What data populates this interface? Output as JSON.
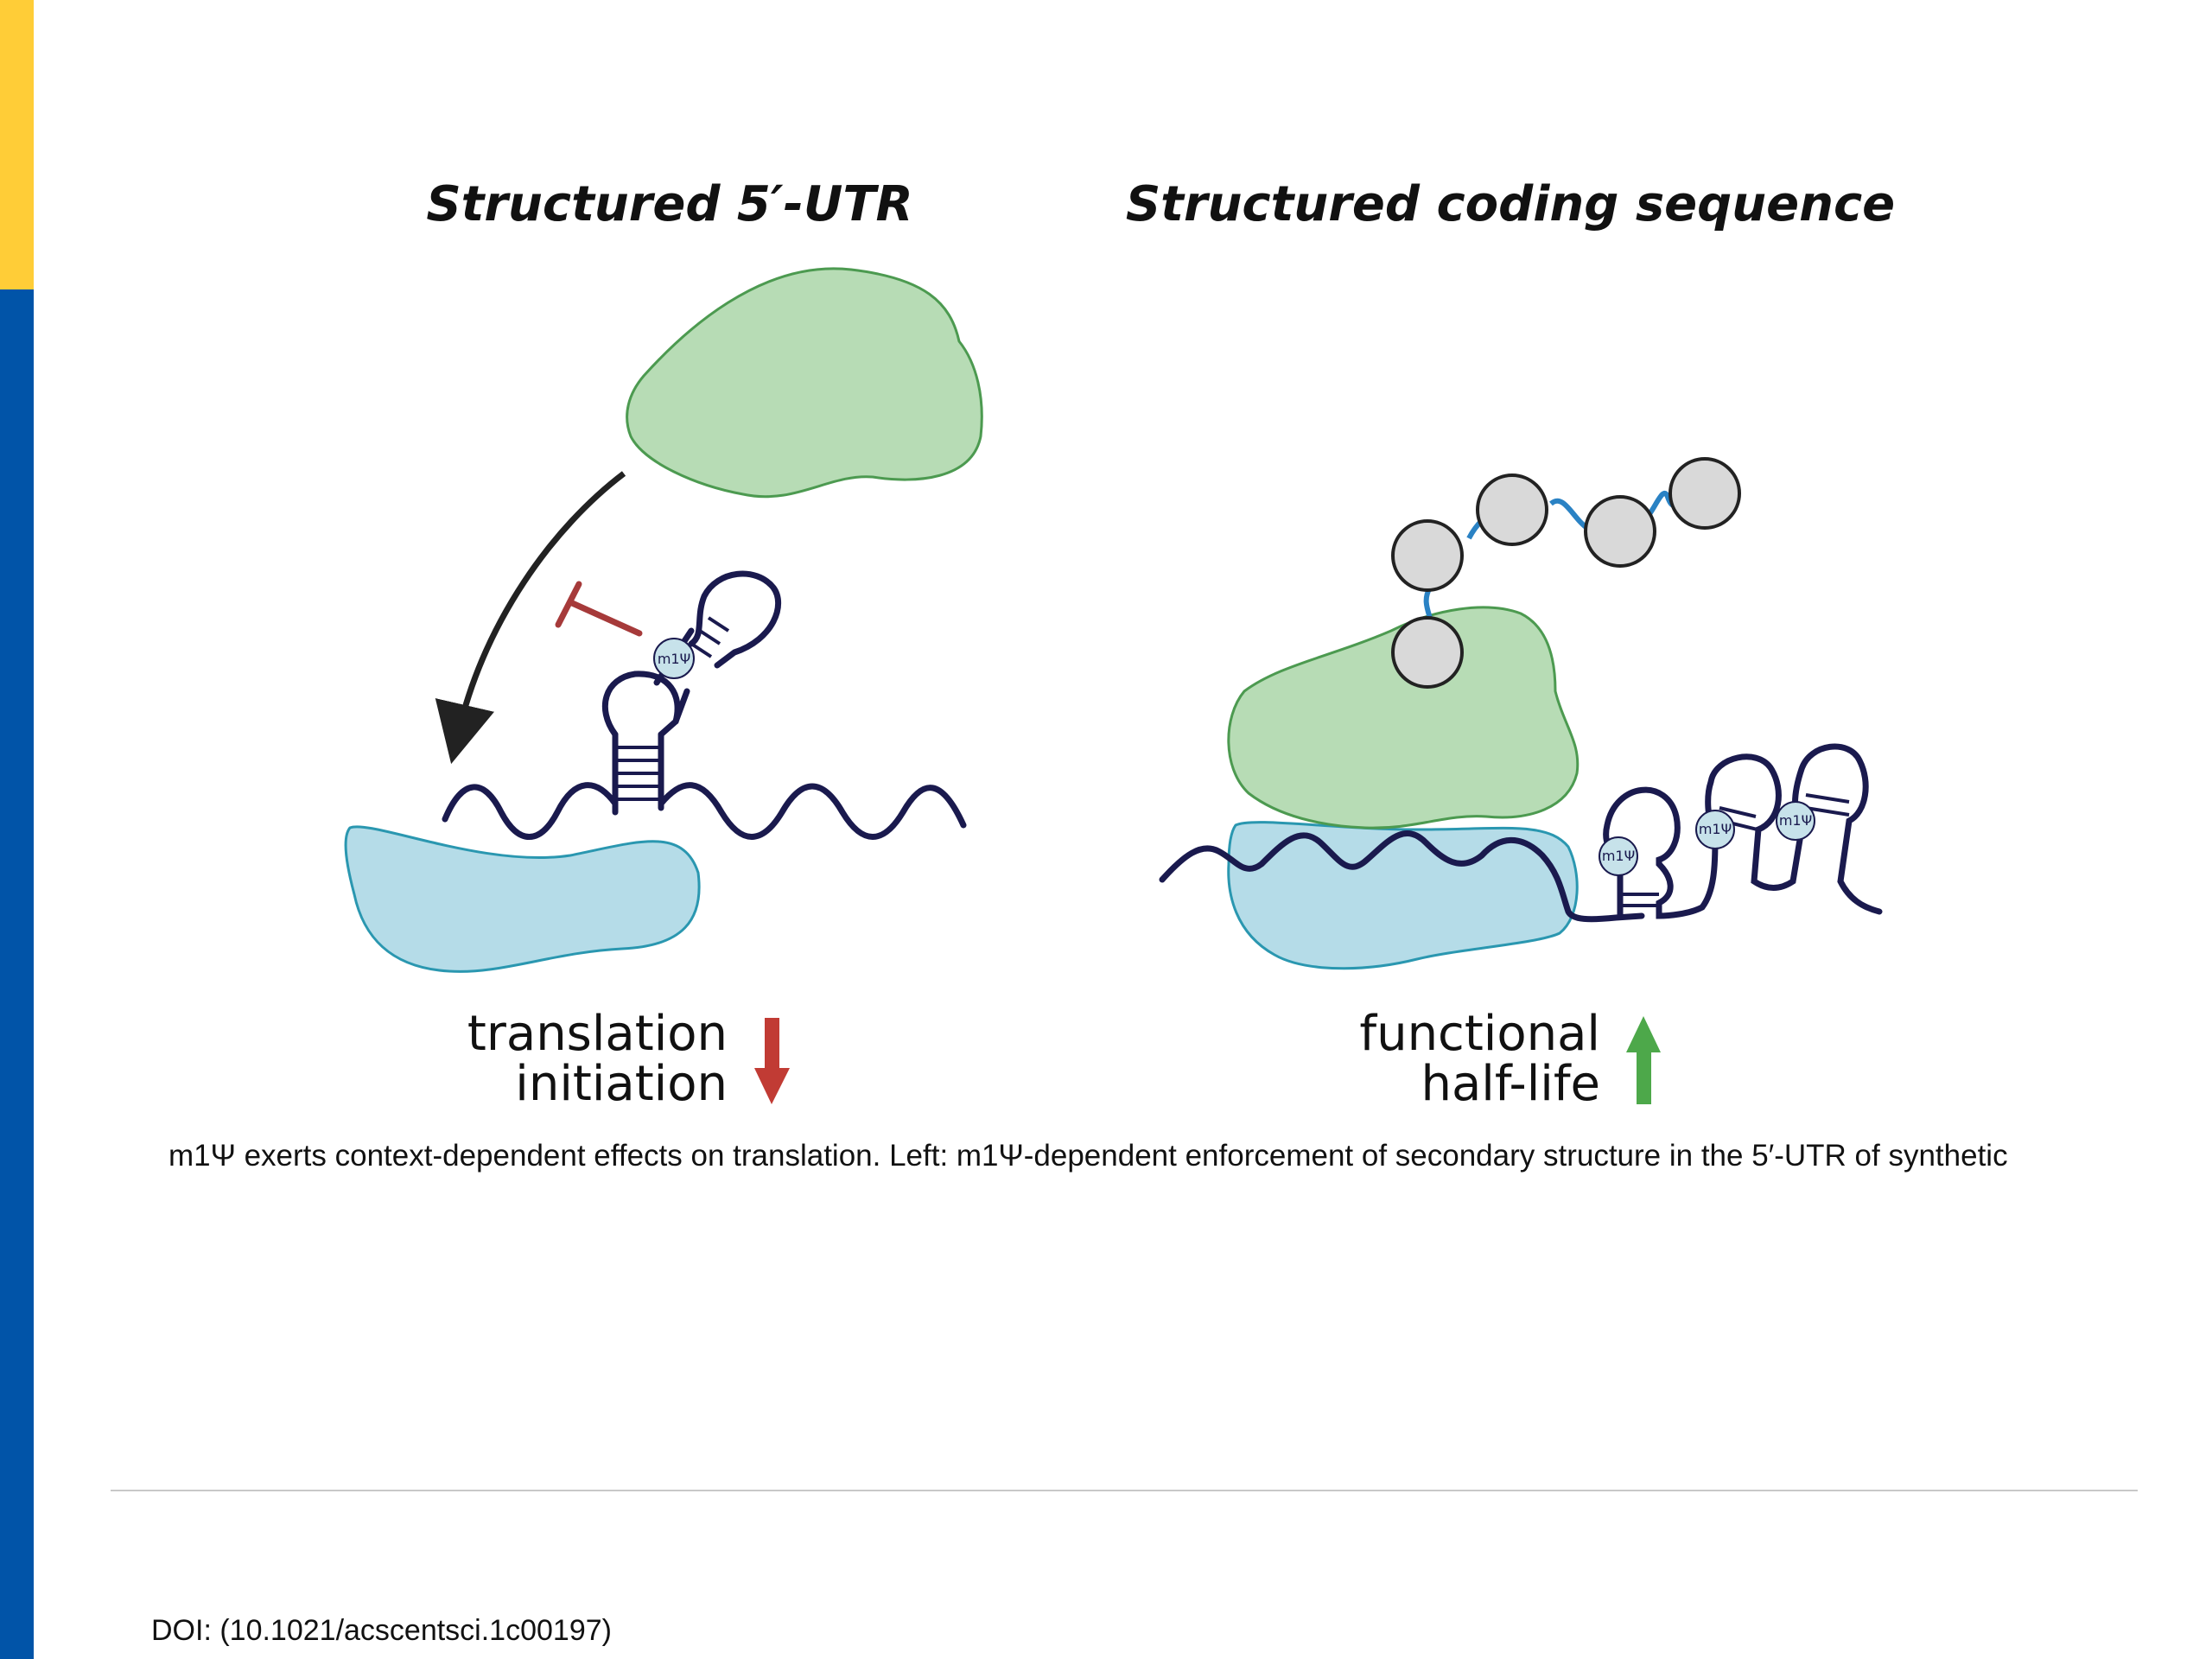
{
  "figure": {
    "left_panel": {
      "title": "Structured 5′-UTR",
      "outcome_line1": "translation",
      "outcome_line2": "initiation",
      "modification_label": "m1Ψ",
      "outcome_direction": "down"
    },
    "right_panel": {
      "title": "Structured coding sequence",
      "outcome_line1": "functional",
      "outcome_line2": "half-life",
      "modification_label": "m1Ψ",
      "outcome_direction": "up"
    }
  },
  "caption": "m1Ψ exerts context-dependent effects on translation. Left: m1Ψ-dependent enforcement of secondary structure in the 5′-UTR of synthetic",
  "doi": "DOI: (10.1021/acscentsci.1c00197)",
  "colors": {
    "accent_yellow": "#ffcd37",
    "accent_blue": "#0154a8",
    "large_subunit": "#b7dcb5",
    "small_subunit": "#b5dce8",
    "mrna": "#1a1a4e",
    "peptide_linker": "#2a82c4",
    "amino_acid": "#d9d9d9",
    "down_arrow": "#c13b34",
    "up_arrow": "#4da84a",
    "inhibition": "#a63a3a"
  }
}
